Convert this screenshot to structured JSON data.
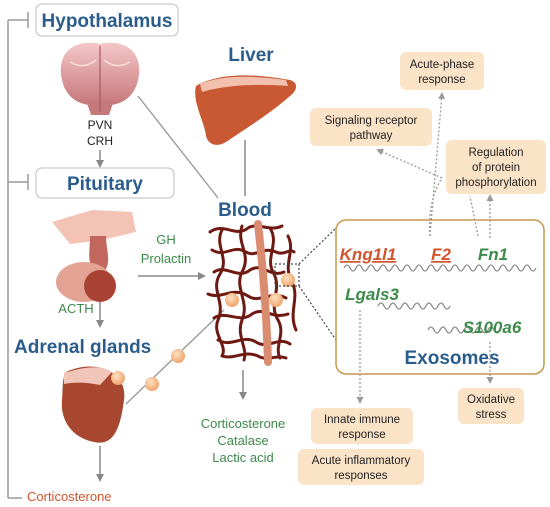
{
  "organs": {
    "hypothalamus": "Hypothalamus",
    "pvn": "PVN",
    "crh": "CRH",
    "pituitary": "Pituitary",
    "acth": "ACTH",
    "adrenal": "Adrenal glands",
    "liver": "Liver",
    "blood": "Blood"
  },
  "hormones": {
    "gh": "GH",
    "prolactin": "Prolactin",
    "adrenal_output": "Corticosterone"
  },
  "blood_markers": [
    "Corticosterone",
    "Catalase",
    "Lactic acid"
  ],
  "exosomes": {
    "title": "Exosomes",
    "genes": [
      "Kng1l1",
      "F2",
      "Fn1",
      "Lgals3",
      "S100a6"
    ]
  },
  "pathways": {
    "acute_phase": [
      "Acute-phase",
      "response"
    ],
    "signaling": [
      "Signaling receptor",
      "pathway"
    ],
    "protein_phos": [
      "Regulation",
      "of protein",
      "phosphorylation"
    ],
    "oxidative": [
      "Oxidative",
      "stress"
    ],
    "innate": [
      "Innate immune",
      "response"
    ],
    "inflammatory": [
      "Acute inflammatory",
      "responses"
    ]
  },
  "colors": {
    "header_blue": "#2b5d8c",
    "text_green": "#3d8a4a",
    "text_red": "#d2542c",
    "box_fill": "#fbe3c8",
    "exosome_border": "#c9964e",
    "vessel": "#6e1a12"
  }
}
